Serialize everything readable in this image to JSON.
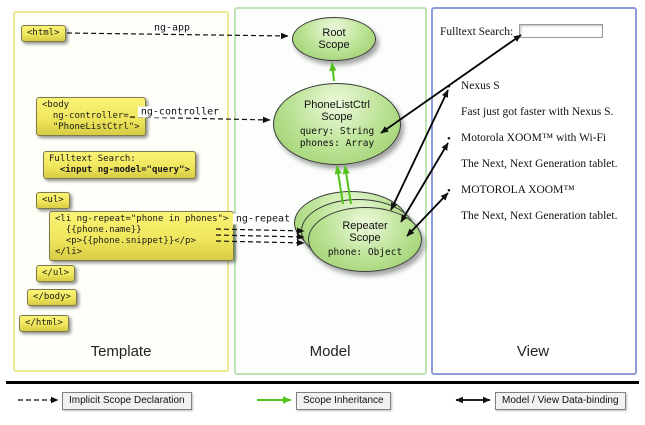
{
  "diagram": {
    "columns": {
      "template": "Template",
      "model": "Model",
      "view": "View"
    }
  },
  "arrow_labels": {
    "ng_app": "ng-app",
    "ng_controller": "ng-controller",
    "ng_repeat": "ng-repeat"
  },
  "template_code": {
    "html_open": "<html>",
    "body_open": [
      "<body",
      "  ng-controller=",
      "  \"PhoneListCtrl\">"
    ],
    "fulltext": [
      "Fulltext Search:",
      "  <input ng-model=\"query\">"
    ],
    "ul_open": "<ul>",
    "li_repeat": [
      "<li ng-repeat=\"phone in phones\">",
      "  {{phone.name}}",
      "  <p>{{phone.snippet}}</p>",
      "</li>"
    ],
    "ul_close": "</ul>",
    "body_close": "</body>",
    "html_close": "</html>"
  },
  "model_scopes": {
    "root": {
      "name1": "Root",
      "name2": "Scope"
    },
    "phonelistctrl": {
      "name1": "PhoneListCtrl",
      "name2": "Scope",
      "prop_query": "query: String",
      "prop_phones": "phones: Array"
    },
    "repeater": {
      "name1": "Repeater",
      "name2": "Scope",
      "prop_phone": "phone: Object"
    }
  },
  "view": {
    "search_label": "Fulltext Search:",
    "search_value": "",
    "bullet": "•",
    "items": [
      {
        "text": "Nexus S",
        "bulleted": true
      },
      {
        "text": "Fast just got faster with Nexus S.",
        "bulleted": false
      },
      {
        "text": "Motorola XOOM™ with Wi-Fi",
        "bulleted": true
      },
      {
        "text": "The Next, Next Generation tablet.",
        "bulleted": false
      },
      {
        "text": "MOTOROLA XOOM™",
        "bulleted": true
      },
      {
        "text": "The Next, Next Generation tablet.",
        "bulleted": false
      }
    ]
  },
  "legend": {
    "implicit": "Implicit Scope Declaration",
    "inheritance": "Scope Inheritance",
    "databinding": "Model / View Data-binding"
  },
  "colors": {
    "inheritance_green": "#53c21d",
    "code_box_yellow": "#f0e75e",
    "scope_green": "#bce396",
    "template_border": "#ece98f",
    "model_border": "#bfe3b4",
    "view_border": "#8f9cd8"
  }
}
